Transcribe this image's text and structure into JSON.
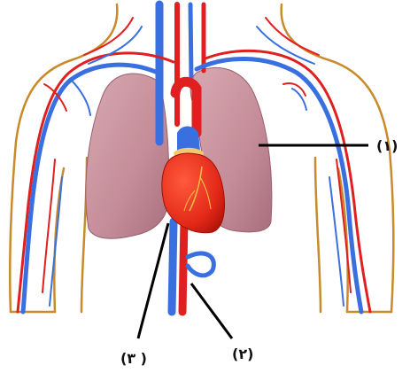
{
  "labels": {
    "one": "(١)",
    "two": "(٢)",
    "three": "(٣ )"
  },
  "colors": {
    "body_outline": "#c88a2a",
    "lung_fill": "#c48c98",
    "lung_shade": "#a86e7c",
    "artery": "#e02020",
    "vein": "#3a6fe0",
    "heart": "#e82818",
    "leader_line": "#000000"
  }
}
